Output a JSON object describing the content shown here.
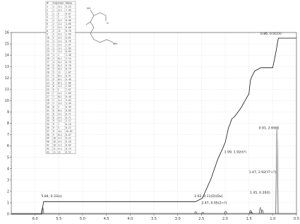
{
  "chart_data": {
    "type": "line",
    "title": "",
    "xlabel": "",
    "ylabel": "",
    "x_reversed": true,
    "xlim": [
      6.5,
      0.5
    ],
    "ylim": [
      0,
      16
    ],
    "x_ticks": [
      "6.0",
      "5.5",
      "5.0",
      "4.5",
      "4.0",
      "3.5",
      "3.0",
      "2.5",
      "2.0",
      "1.5",
      "1.0",
      "0.5"
    ],
    "x_tick_values": [
      6.0,
      5.5,
      5.0,
      4.5,
      4.0,
      3.5,
      3.0,
      2.5,
      2.0,
      1.5,
      1.0,
      0.5
    ],
    "y_ticks": [
      "16",
      "15",
      "14",
      "13",
      "12",
      "11",
      "10",
      "9",
      "8",
      "7",
      "6",
      "5",
      "4",
      "3",
      "2",
      "1",
      "0"
    ],
    "y_tick_values": [
      16,
      15,
      14,
      13,
      12,
      11,
      10,
      9,
      8,
      7,
      6,
      5,
      4,
      3,
      2,
      1,
      0
    ],
    "grid": true,
    "series": [
      {
        "role": "integral",
        "x": [
          6.5,
          5.86,
          5.84,
          5.82,
          3.0,
          2.62,
          2.48,
          2.3,
          2.15,
          2.05,
          2.0,
          1.93,
          1.9,
          1.86,
          1.8,
          1.66,
          1.57,
          1.5,
          1.47,
          1.44,
          1.38,
          1.25,
          1.0,
          0.94,
          0.9,
          0.88,
          0.5
        ],
        "y": [
          0.0,
          0.0,
          0.6,
          1.1,
          1.1,
          1.1,
          1.4,
          3.1,
          4.9,
          5.8,
          6.3,
          7.6,
          7.9,
          8.4,
          8.6,
          9.4,
          10.1,
          10.6,
          11.8,
          12.1,
          12.6,
          12.9,
          12.9,
          14.1,
          15.1,
          15.5,
          15.5
        ]
      },
      {
        "role": "spectrum",
        "peaks": [
          {
            "x": 5.84,
            "height": 1.1
          },
          {
            "x": 2.62,
            "height": 0.35
          },
          {
            "x": 2.47,
            "height": 0.25
          },
          {
            "x": 1.99,
            "height": 0.45
          },
          {
            "x": 1.47,
            "height": 0.6
          },
          {
            "x": 1.45,
            "height": 0.35
          },
          {
            "x": 1.26,
            "height": 1.1
          },
          {
            "x": 1.22,
            "height": 0.7
          },
          {
            "x": 0.91,
            "height": 15.5
          }
        ]
      }
    ],
    "peak_labels": [
      {
        "text": "5.84, 0.33(s)",
        "x": 5.84
      },
      {
        "text": "2.62, 0.11(D)(Dx)",
        "x": 2.62
      },
      {
        "text": "2.47, 0.05(2=?)",
        "x": 2.47
      },
      {
        "text": "1.99, 1.92(t?)",
        "x": 1.99
      },
      {
        "text": "1.47, 2.92(Y?+?)",
        "x": 1.47
      },
      {
        "text": "1.45, 0.20(t)",
        "x": 1.45
      },
      {
        "text": "0.91, 2.69(t)",
        "x": 0.91
      },
      {
        "text": "0.86, 0.0(23)",
        "x": 0.86
      }
    ]
  },
  "assignment_table": {
    "headers": [
      "#",
      "Grp",
      "Grp2",
      "Value"
    ],
    "rows": [
      [
        "1",
        "1",
        "1+1",
        "5.25"
      ],
      [
        "2",
        "1",
        "2+1",
        "7.96"
      ],
      [
        "3",
        "1",
        "9",
        "0.07"
      ],
      [
        "4",
        "1",
        "2",
        "1.41"
      ],
      [
        "5",
        "2",
        "2+1",
        "0.06"
      ],
      [
        "6",
        "2",
        "2+1",
        "4.66"
      ],
      [
        "7",
        "2",
        "2+1",
        "0.66"
      ],
      [
        "8",
        "2",
        "11",
        "0.70"
      ],
      [
        "9",
        "2",
        "2+1",
        "2.56"
      ],
      [
        "10",
        "2",
        "2+1",
        "0.81"
      ],
      [
        "11",
        "3",
        "2+1",
        "0.76"
      ],
      [
        "12",
        "3",
        "2+1",
        "2.97"
      ],
      [
        "13",
        "3",
        "2+1",
        "2.69"
      ],
      [
        "14",
        "3",
        "1+1",
        "0.69"
      ],
      [
        "15",
        "4",
        "1",
        "1.48"
      ],
      [
        "16",
        "4",
        "6+1",
        "2.14"
      ],
      [
        "17",
        "4",
        "5+1",
        "0.70"
      ],
      [
        "18",
        "5",
        "6+1",
        "0.70"
      ],
      [
        "19",
        "5",
        "8+1",
        "0.74"
      ],
      [
        "20",
        "5",
        "11",
        "1.07"
      ],
      [
        "21",
        "5",
        "8+1",
        "0.51"
      ],
      [
        "22",
        "6",
        "8+1",
        "0.46"
      ],
      [
        "23",
        "6",
        "8+1",
        "2.08"
      ],
      [
        "24",
        "6",
        "2+1",
        "2.05"
      ],
      [
        "25",
        "6",
        "2",
        "2.07"
      ],
      [
        "26",
        "7",
        "2+1",
        "2.00"
      ],
      [
        "27",
        "7",
        "8+1",
        "0.46"
      ],
      [
        "28",
        "7",
        "2+1",
        "3.03"
      ],
      [
        "29",
        "7",
        "2+1",
        "3.94"
      ],
      [
        "30",
        "8",
        "4",
        "0.49"
      ],
      [
        "31",
        "8",
        "8+1",
        "0.05"
      ],
      [
        "32",
        "8",
        "2+1",
        "0.71"
      ],
      [
        "33",
        "8",
        "2+1",
        "0.71"
      ],
      [
        "34",
        "9",
        "2+1",
        "2.17"
      ],
      [
        "35",
        "9",
        "1",
        "0.10"
      ],
      [
        "36",
        "9",
        "3",
        "0.22"
      ],
      [
        "37",
        "9",
        "3+1",
        "10.63"
      ],
      [
        "38",
        "9",
        "6+1",
        "0.07"
      ],
      [
        "39",
        "10",
        "1+1",
        "0.22"
      ],
      [
        "40",
        "10",
        "2+1",
        "0.10"
      ],
      [
        "41",
        "10",
        "1+1",
        "0.04"
      ],
      [
        "42",
        "11",
        "2+1",
        "0.73"
      ],
      [
        "43",
        "11",
        "11",
        "0.52"
      ]
    ]
  }
}
